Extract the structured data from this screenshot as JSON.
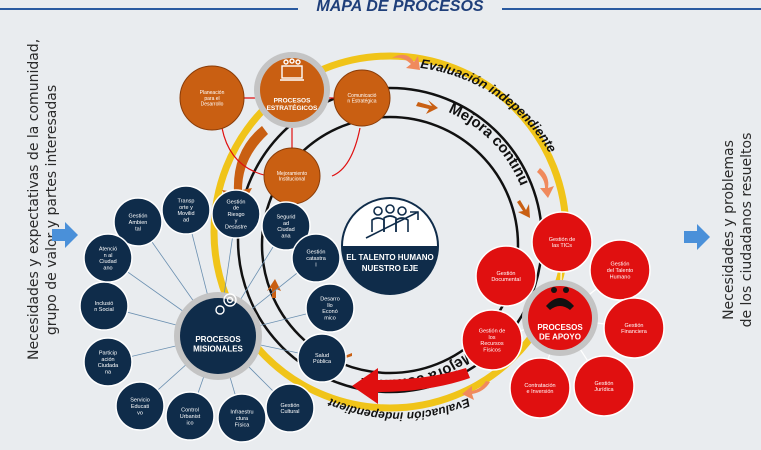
{
  "title": "MAPA DE PROCESOS",
  "left_text": [
    "Necesidades y expectativas de la comunidad,",
    "grupo de valor y partes interesadas"
  ],
  "right_text": [
    "Necesidades y problemas",
    "de los ciudadanos resueltos"
  ],
  "center": {
    "line1": "EL TALENTO HUMANO",
    "line2": "NUESTRO EJE"
  },
  "ring_labels": {
    "eval_top": "Evaluación independiente",
    "mejora_top": "Mejora continua",
    "mejora_bottom": "Mejora continua",
    "eval_bottom": "Evaluación independiente"
  },
  "estrategicos": {
    "hub": [
      "PROCESOS",
      "ESTRATÉGICOS"
    ],
    "nodes": [
      [
        "Planeación",
        "para el",
        "Desarrollo"
      ],
      [
        "Comunicació",
        "n Estratégica"
      ],
      [
        "Mejoramiento",
        "Institucional"
      ]
    ]
  },
  "apoyo": {
    "hub": [
      "PROCESOS",
      "DE APOYO"
    ],
    "nodes": [
      [
        "Gestión de",
        "las TICs"
      ],
      [
        "Gestión",
        "del Talento",
        "Humano"
      ],
      [
        "Gestión",
        "Financiera"
      ],
      [
        "Gestión",
        "Jurídica"
      ],
      [
        "Contratación",
        "e Inversión"
      ],
      [
        "Gestión de",
        "los",
        "Recursos",
        "Físicos"
      ],
      [
        "Gestión",
        "Documental"
      ]
    ]
  },
  "misionales": {
    "hub": [
      "PROCESOS",
      "MISIONALES"
    ],
    "nodes": [
      [
        "Gestión",
        "Ambien",
        "tal"
      ],
      [
        "Transp",
        "orte y",
        "Movilid",
        "ad"
      ],
      [
        "Gestión",
        "de",
        "Riesgo",
        "y",
        "Desastre"
      ],
      [
        "Segurid",
        "ad",
        "Ciudad",
        "ana"
      ],
      [
        "Gestión",
        "catastra",
        "l"
      ],
      [
        "Desarro",
        "llo",
        "Econó",
        "mico"
      ],
      [
        "Salud",
        "Pública"
      ],
      [
        "Gestión",
        "Cultural"
      ],
      [
        "Infraestru",
        "ctura",
        "Física"
      ],
      [
        "Control",
        "Urbanist",
        "ico"
      ],
      [
        "Servicio",
        "Educati",
        "vo"
      ],
      [
        "Particip",
        "ación",
        "Ciudada",
        "na"
      ],
      [
        "Inclusió",
        "n Social"
      ],
      [
        "Atenció",
        "n al",
        "Ciudad",
        "ano"
      ]
    ]
  },
  "colors": {
    "navy": "#0f2c4a",
    "orange": "#c95f12",
    "red": "#e01010",
    "gold": "#f0c419",
    "blue_arrow": "#4a90d9"
  }
}
